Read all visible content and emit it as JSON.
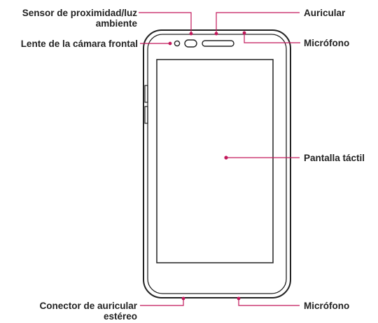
{
  "diagram": {
    "accent_color": "#c2185b",
    "outline_color": "#222222",
    "labels": {
      "proximity_sensor": "Sensor de proximidad/luz ambiente",
      "front_camera": "Lente de la cámara frontal",
      "earpiece": "Auricular",
      "top_microphone": "Micrófono",
      "touchscreen": "Pantalla táctil",
      "headset_jack": "Conector de auricular estéreo",
      "bottom_microphone": "Micrófono"
    }
  }
}
